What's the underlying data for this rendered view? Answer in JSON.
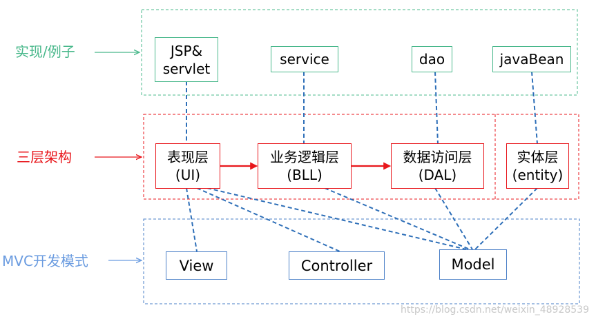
{
  "colors": {
    "green": "#49b88b",
    "red": "#e8161b",
    "blue": "#4a7fc7",
    "blue_label": "#6b9ce0",
    "connector": "#2e6fb8",
    "watermark": "#c8c8c8"
  },
  "rows": [
    {
      "key": "impl",
      "label": "实现/例子",
      "color": "#49b88b"
    },
    {
      "key": "tier",
      "label": "三层架构",
      "color": "#e8161b"
    },
    {
      "key": "mvc",
      "label": "MVC开发模式",
      "color": "#6b9ce0"
    }
  ],
  "impl_boxes": {
    "jsp": {
      "lines": [
        "JSP&",
        "servlet"
      ]
    },
    "service": {
      "lines": [
        "service"
      ]
    },
    "dao": {
      "lines": [
        "dao"
      ]
    },
    "javabean": {
      "lines": [
        "javaBean"
      ]
    }
  },
  "tier_boxes": {
    "ui": {
      "lines": [
        "表现层",
        "(UI)"
      ]
    },
    "bll": {
      "lines": [
        "业务逻辑层",
        "(BLL)"
      ]
    },
    "dal": {
      "lines": [
        "数据访问层",
        "(DAL)"
      ]
    },
    "entity": {
      "lines": [
        "实体层",
        "(entity)"
      ]
    }
  },
  "mvc_boxes": {
    "view": {
      "lines": [
        "View"
      ]
    },
    "controller": {
      "lines": [
        "Controller"
      ]
    },
    "model": {
      "lines": [
        "Model"
      ]
    }
  },
  "watermark": "https://blog.csdn.net/weixin_48928539"
}
